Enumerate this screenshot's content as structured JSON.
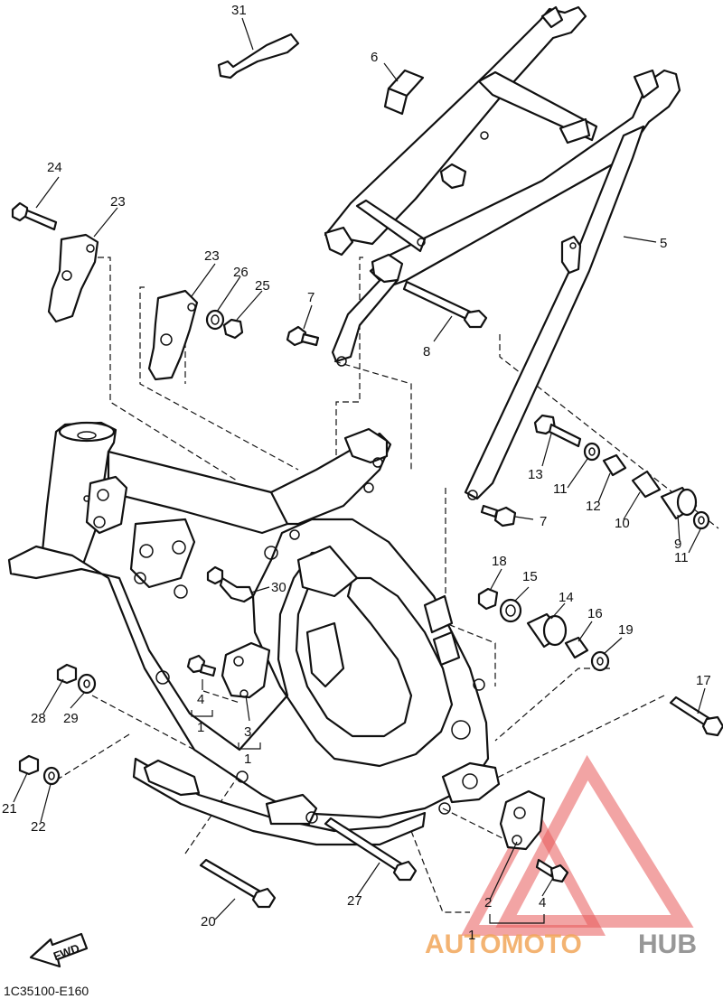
{
  "diagram": {
    "code": "1C35100-E160",
    "fwd_label": "FWD",
    "watermark": {
      "part1": "AUTOMOTO",
      "part2": "HUB",
      "color1": "#f2a65a",
      "color2": "#8c8c8c",
      "triangle_color": "#e85a5a"
    },
    "callouts": {
      "c1a": "1",
      "c1b": "1",
      "c1c": "1",
      "c2": "2",
      "c3": "3",
      "c4a": "4",
      "c4b": "4",
      "c5": "5",
      "c6": "6",
      "c7a": "7",
      "c7b": "7",
      "c8": "8",
      "c9": "9",
      "c10": "10",
      "c11a": "11",
      "c11b": "11",
      "c12": "12",
      "c13": "13",
      "c14": "14",
      "c15": "15",
      "c16": "16",
      "c17": "17",
      "c18": "18",
      "c19": "19",
      "c20": "20",
      "c21": "21",
      "c22": "22",
      "c23a": "23",
      "c23b": "23",
      "c24": "24",
      "c25": "25",
      "c26": "26",
      "c27": "27",
      "c28": "28",
      "c29": "29",
      "c30": "30",
      "c31": "31"
    }
  }
}
